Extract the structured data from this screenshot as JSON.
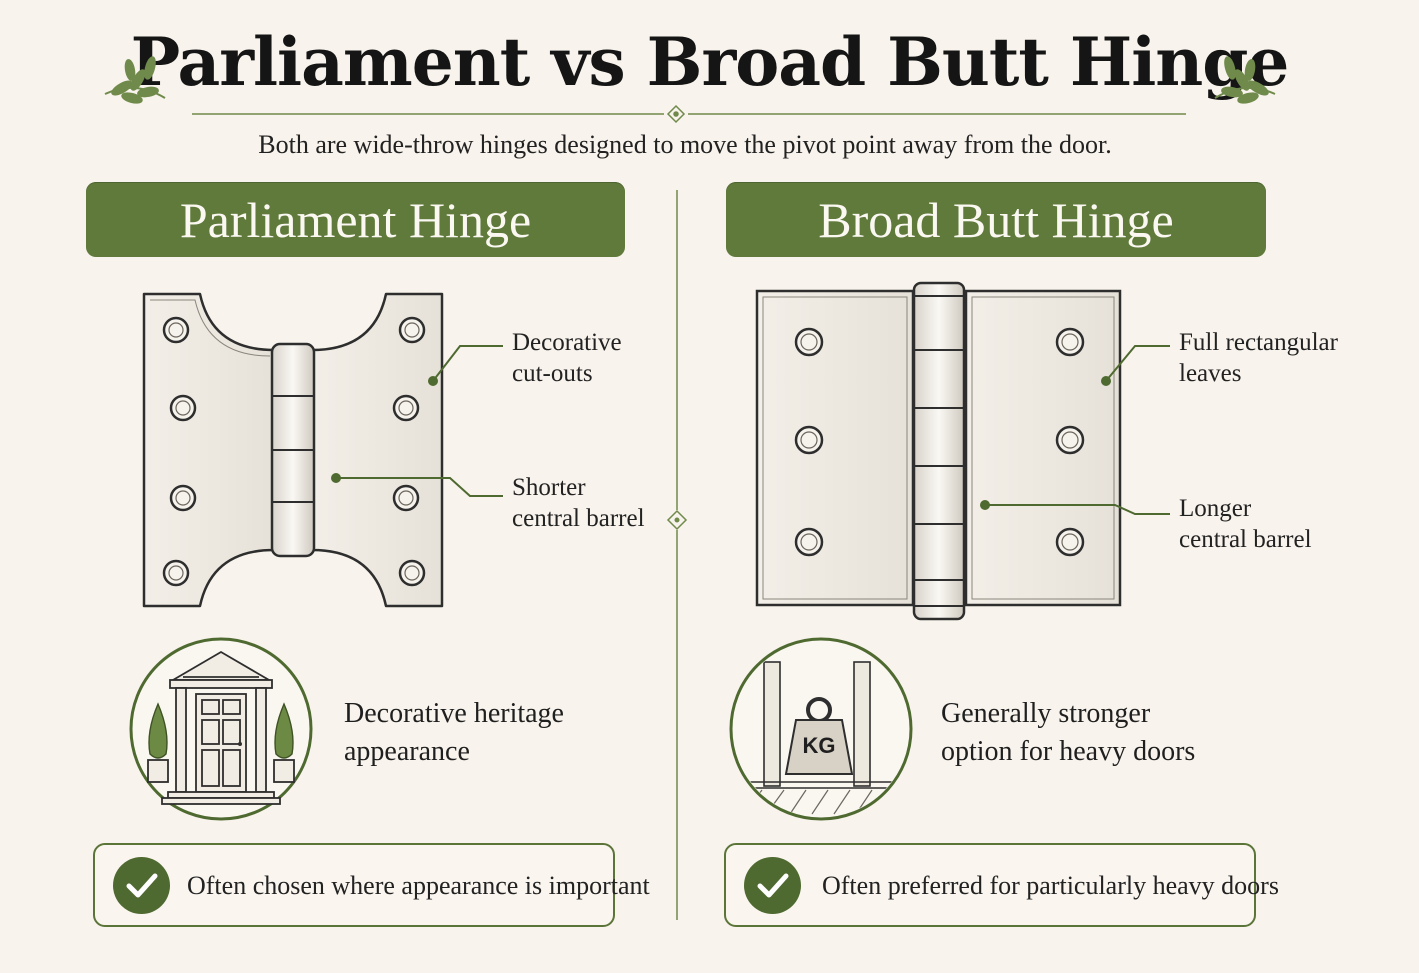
{
  "title": "Parliament vs Broad Butt Hinge",
  "subtitle": "Both are wide-throw hinges designed to move the pivot point away from the door.",
  "colors": {
    "accent": "#5f7a3b",
    "background": "#f8f3ec",
    "ink": "#1f1f1f"
  },
  "left": {
    "heading": "Parliament Hinge",
    "callout_1": [
      "Decorative",
      "cut-outs"
    ],
    "callout_2": [
      "Shorter",
      "central barrel"
    ],
    "feature": [
      "Decorative heritage",
      "appearance"
    ],
    "note": "Often chosen where appearance is important",
    "icons": [
      "parliament-hinge-icon",
      "heritage-door-icon",
      "check-icon"
    ]
  },
  "right": {
    "heading": "Broad Butt Hinge",
    "callout_1": [
      "Full rectangular",
      "leaves"
    ],
    "callout_2": [
      "Longer",
      "central barrel"
    ],
    "feature": [
      "Generally stronger",
      "option for heavy doors"
    ],
    "weight_label": "KG",
    "note": "Often preferred for particularly heavy doors",
    "icons": [
      "broad-butt-hinge-icon",
      "heavy-weight-icon",
      "check-icon"
    ]
  }
}
